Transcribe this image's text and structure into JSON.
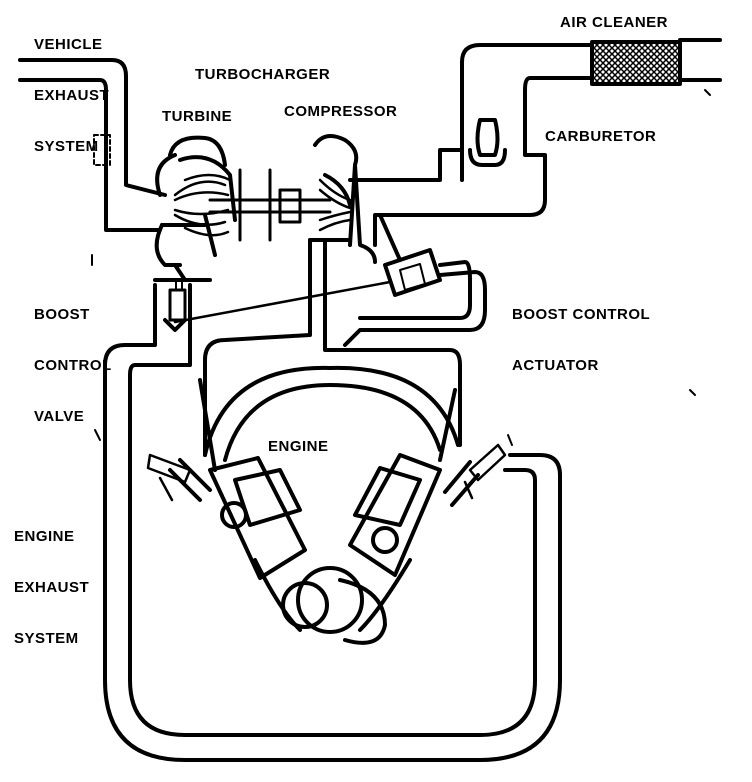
{
  "labels": {
    "vehicle_exhaust": [
      "VEHICLE",
      "EXHAUST",
      "SYSTEM"
    ],
    "turbocharger": "TURBOCHARGER",
    "turbine": "TURBINE",
    "compressor": "COMPRESSOR",
    "air_cleaner": "AIR CLEANER",
    "carburetor": "CARBURETOR",
    "boost_control_valve": [
      "BOOST",
      "CONTROL",
      "VALVE"
    ],
    "boost_control_actuator": [
      "BOOST CONTROL",
      "ACTUATOR"
    ],
    "engine": "ENGINE",
    "engine_exhaust": [
      "ENGINE",
      "EXHAUST",
      "SYSTEM"
    ]
  },
  "colors": {
    "ink": "#000000",
    "paper": "#ffffff"
  }
}
